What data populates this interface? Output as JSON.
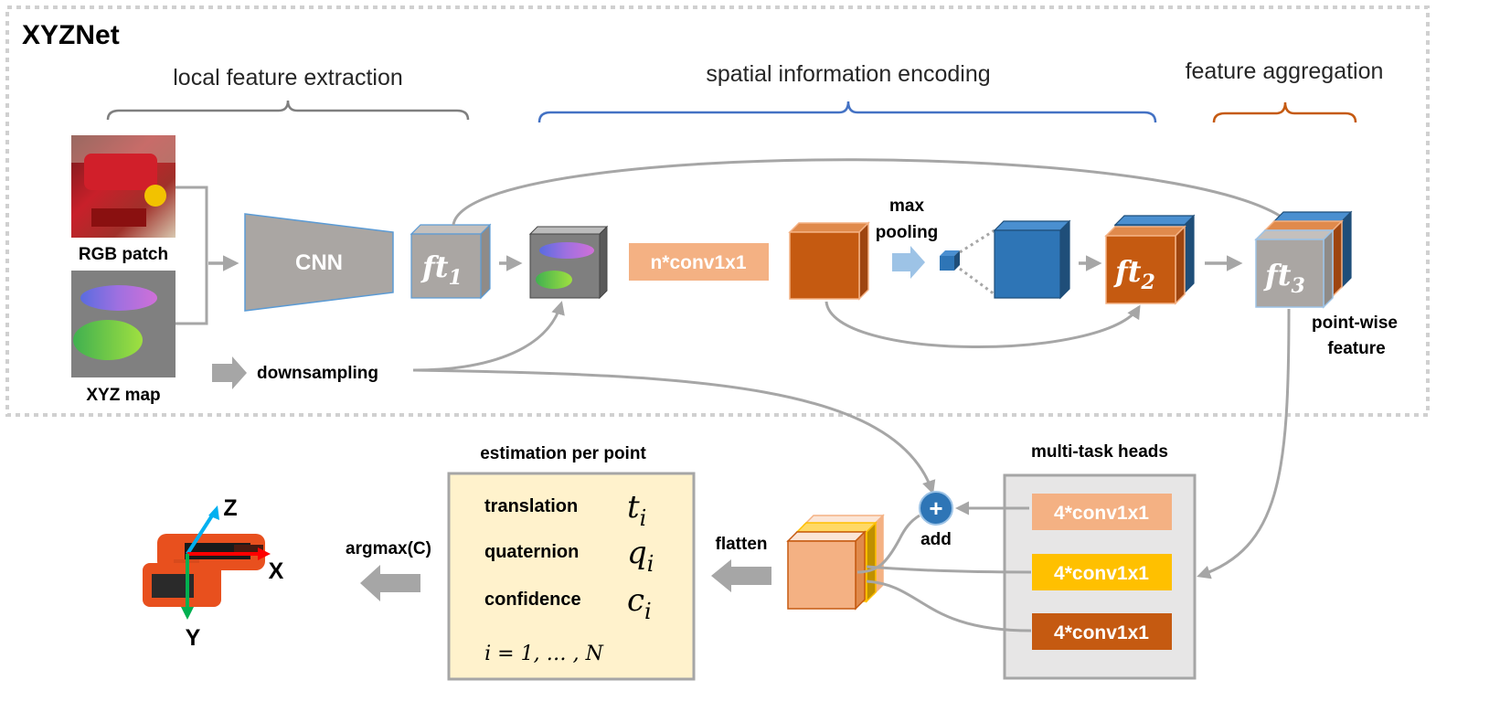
{
  "title": "XYZNet",
  "stages": {
    "local": "local feature extraction",
    "spatial": "spatial information encoding",
    "aggregation": "feature aggregation"
  },
  "inputs": {
    "rgb": "RGB patch",
    "xyz": "XYZ map",
    "downsampling": "downsampling"
  },
  "blocks": {
    "cnn": "CNN",
    "conv_n": "n*conv1x1",
    "max_pooling_1": "max",
    "max_pooling_2": "pooling",
    "ft1_base": "ft",
    "ft1_sub": "1",
    "ft2_base": "ft",
    "ft2_sub": "2",
    "ft3_base": "ft",
    "ft3_sub": "3",
    "pointwise_1": "point-wise",
    "pointwise_2": "feature"
  },
  "heads": {
    "title": "multi-task heads",
    "items": [
      "4*conv1x1",
      "4*conv1x1",
      "4*conv1x1"
    ],
    "colors": [
      "#f4b183",
      "#ffc000",
      "#c55a11"
    ],
    "add": "add",
    "add_symbol": "+",
    "flatten": "flatten"
  },
  "estimation": {
    "title": "estimation per point",
    "rows": [
      {
        "label": "translation",
        "sym": "t",
        "sub": "i"
      },
      {
        "label": "quaternion",
        "sym": "q",
        "sub": "i"
      },
      {
        "label": "confidence",
        "sym": "c",
        "sub": "i"
      }
    ],
    "index": "i = 1, … , N"
  },
  "output": {
    "argmax": "argmax(C)",
    "axis_x": "X",
    "axis_y": "Y",
    "axis_z": "Z"
  },
  "colors": {
    "gray_block": "#aaa6a3",
    "orange": "#c55a11",
    "light_orange": "#f4b183",
    "yellow": "#ffc000",
    "blue": "#2e75b6",
    "bracket_gray": "#7f7f7f",
    "bracket_blue": "#4472c4",
    "bracket_orange": "#c55a11",
    "arrow_gray": "#a6a6a6",
    "est_box": "#fff2cc",
    "heads_box": "#e7e6e6"
  }
}
